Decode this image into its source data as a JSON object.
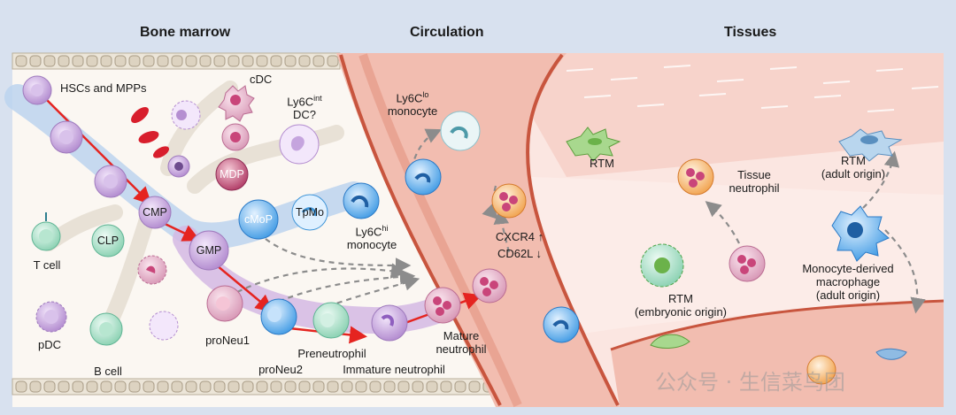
{
  "headers": {
    "bone_marrow": "Bone marrow",
    "circulation": "Circulation",
    "tissues": "Tissues"
  },
  "labels": {
    "hscs": "HSCs and MPPs",
    "cdc": "cDC",
    "ly6c_int_base": "Ly6C",
    "ly6c_int_sup": "int",
    "ly6c_int_rest": "DC?",
    "mdp": "MDP",
    "cmp": "CMP",
    "clp": "CLP",
    "gmp": "GMP",
    "cmop": "cMoP",
    "tpmo": "TpMo",
    "ly6c_hi_base": "Ly6C",
    "ly6c_hi_sup": "hi",
    "ly6c_hi_rest": "monocyte",
    "t_cell": "T cell",
    "pdc": "pDC",
    "b_cell": "B cell",
    "proneu1": "proNeu1",
    "proneu2": "proNeu2",
    "preneutrophil": "Preneutrophil",
    "immature_neutrophil": "Immature neutrophil",
    "mature_neutrophil_1": "Mature",
    "mature_neutrophil_2": "neutrophil",
    "ly6c_lo_base": "Ly6C",
    "ly6c_lo_sup": "lo",
    "ly6c_lo_rest": "monocyte",
    "cxcr4": "CXCR4 ↑",
    "cd62l": "CD62L ↓",
    "rtm": "RTM",
    "tissue_neutrophil_1": "Tissue",
    "tissue_neutrophil_2": "neutrophil",
    "rtm_adult_1": "RTM",
    "rtm_adult_2": "(adult origin)",
    "rtm_embryonic_1": "RTM",
    "rtm_embryonic_2": "(embryonic origin)",
    "moderived_1": "Monocyte-derived",
    "moderived_2": "macrophage",
    "moderived_3": "(adult origin)"
  },
  "watermark": "公众号 · 生信菜鸟团",
  "colors": {
    "background": "#d8e1ef",
    "vessel": "#f2bdb0",
    "vessel_wall": "#e59a87",
    "tissue": "#f8d9d2",
    "lineage_blue": "#bcd3ef",
    "lineage_purple": "#d4b9e4",
    "arrow_red": "#e52420"
  }
}
